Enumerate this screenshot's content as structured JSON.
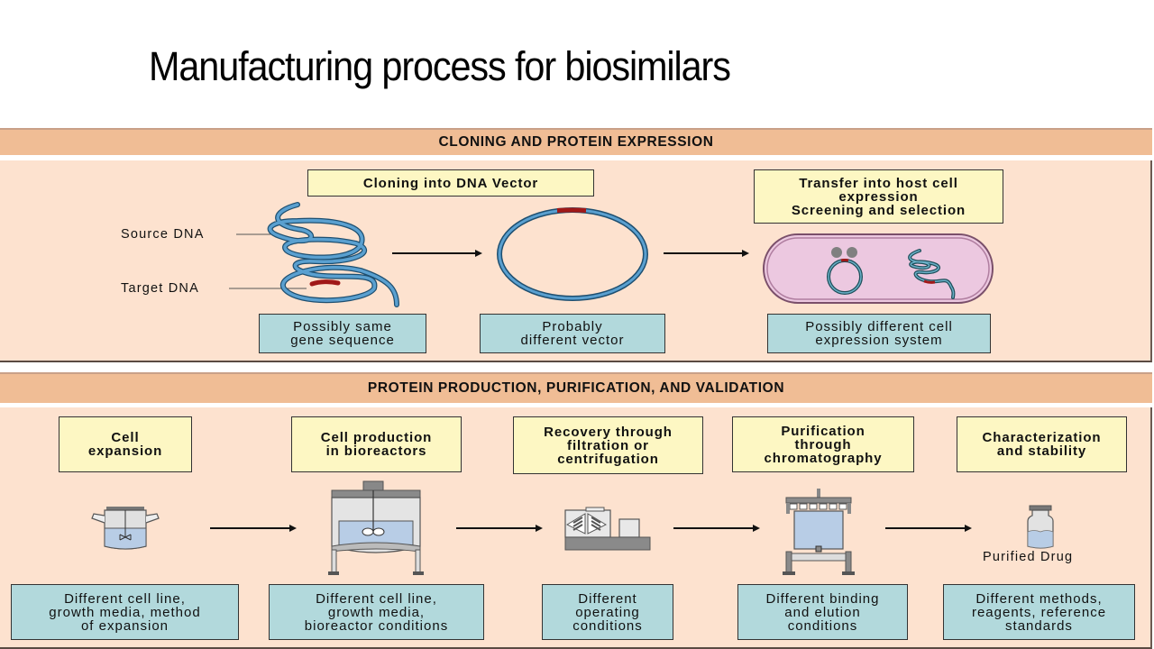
{
  "slide": {
    "title": "Manufacturing process for biosimilars"
  },
  "section1": {
    "header": "CLONING AND PROTEIN EXPRESSION",
    "source_label": "Source DNA",
    "target_label": "Target DNA",
    "steps": [
      {
        "title": "Cloning into DNA Vector"
      },
      {
        "title": "Transfer into host cell\nexpression\nScreening and selection"
      }
    ],
    "notes": [
      "Possibly same\ngene sequence",
      "Probably\ndifferent vector",
      "Possibly different cell\nexpression system"
    ]
  },
  "section2": {
    "header": "PROTEIN PRODUCTION, PURIFICATION, AND VALIDATION",
    "steps": [
      {
        "title": "Cell\nexpansion",
        "note": "Different cell line,\ngrowth media, method\nof expansion"
      },
      {
        "title": "Cell production\nin bioreactors",
        "note": "Different cell line,\ngrowth media,\nbioreactor conditions"
      },
      {
        "title": "Recovery through\nfiltration or\ncentrifugation",
        "note": "Different\noperating\nconditions"
      },
      {
        "title": "Purification\nthrough\nchromatography",
        "note": "Different binding\nand elution\nconditions"
      },
      {
        "title": "Characterization\nand stability",
        "note": "Different methods,\nreagents, reference\nstandards"
      }
    ],
    "product_label": "Purified Drug"
  },
  "colors": {
    "band": "#f0bd95",
    "panel": "#fde2cf",
    "step_box": "#fdf7c3",
    "note_box": "#b2d9dc",
    "dna": "#4a90c0",
    "target_segment": "#a01818",
    "cell": "#ecc8e0"
  }
}
